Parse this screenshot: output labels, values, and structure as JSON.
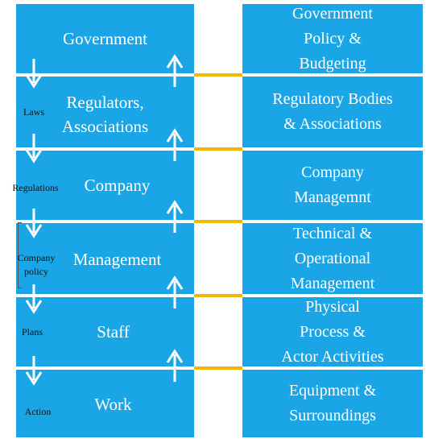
{
  "colors": {
    "box_fill": "#1aa6e6",
    "connector": "#f5b800",
    "text": "#ffffff",
    "side_text": "#111111"
  },
  "levels": [
    {
      "left": "Government",
      "right": [
        "Government",
        "Policy &",
        "Budgeting"
      ],
      "flow_label": "Laws"
    },
    {
      "left": "Regulators,\nAssociations",
      "right": [
        "Regulatory Bodies",
        "& Associations"
      ],
      "flow_label": "Regulations"
    },
    {
      "left": "Company",
      "right": [
        "Company",
        "Managemnt"
      ],
      "flow_label": "Company\npolicy"
    },
    {
      "left": "Management",
      "right": [
        "Technical &",
        "Operational",
        "Management"
      ],
      "flow_label": "Plans"
    },
    {
      "left": "Staff",
      "right": [
        "Physical",
        "Process &",
        "Actor Activities"
      ],
      "flow_label": "Action"
    },
    {
      "left": "Work",
      "right": [
        "Equipment &",
        "Surroundings"
      ],
      "flow_label": ""
    }
  ],
  "arrow_icons": {
    "down": "arrow-down-icon",
    "up": "arrow-up-icon"
  }
}
